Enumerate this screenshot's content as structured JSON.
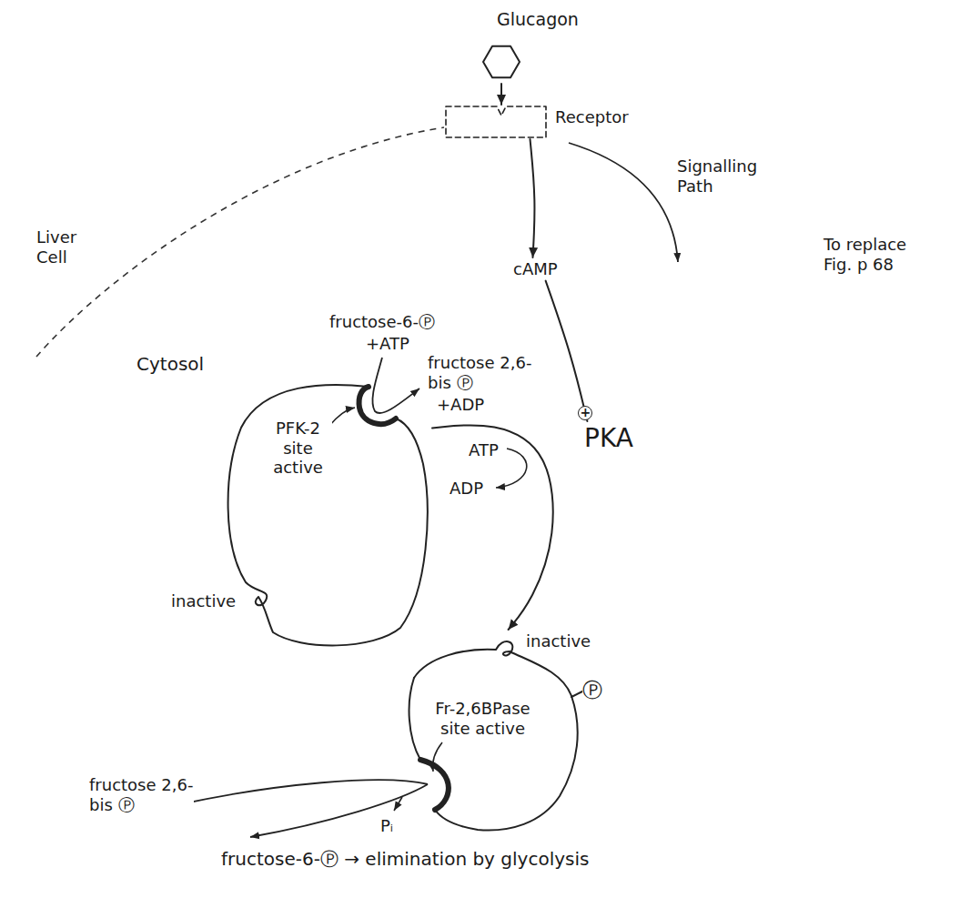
{
  "diagram": {
    "nodes": [
      {
        "text": [
          "Glucagon"
        ]
      },
      {
        "text": [
          "Receptor"
        ]
      },
      {
        "text": [
          "cAMP"
        ]
      },
      {
        "text": [
          "PKA"
        ]
      },
      {
        "text": [
          "PFK-2 site active",
          "inactive"
        ]
      },
      {
        "text": [
          "inactive",
          "Ⓟ",
          "Fr-2,6BPase site active"
        ]
      }
    ],
    "edges": [
      {
        "from": 0,
        "to": 1,
        "arrow": "to"
      },
      {
        "from": 1,
        "to": 2,
        "arrow": "to"
      },
      {
        "from": 2,
        "to": 3,
        "label": "+",
        "arrow": "none"
      },
      {
        "from": 4,
        "to": 5,
        "arrow": "to"
      }
    ],
    "labels": [
      "Liver Cell",
      "Cytosol",
      "Signalling Path",
      "To replace Fig. p 68",
      "fructose-6-Ⓟ",
      "+ATP",
      "fructose 2,6-bis Ⓟ",
      "+ADP",
      "ATP",
      "ADP",
      "fructose 2,6-bis Ⓟ",
      "Pᵢ",
      "fructose-6-Ⓟ → elimination by glycolysis"
    ]
  }
}
